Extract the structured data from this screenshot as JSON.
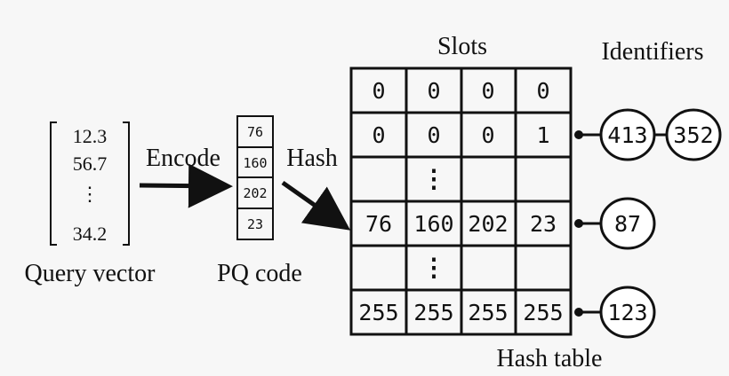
{
  "query": {
    "values": [
      "12.3",
      "56.7",
      "⋮",
      "34.2"
    ],
    "label": "Query vector"
  },
  "encode_label": "Encode",
  "pq": {
    "codes": [
      "76",
      "160",
      "202",
      "23"
    ],
    "label": "PQ code"
  },
  "hash_label": "Hash",
  "table": {
    "slots_label": "Slots",
    "identifiers_label": "Identifiers",
    "caption": "Hash table",
    "rows": [
      [
        "0",
        "0",
        "0",
        "0"
      ],
      [
        "0",
        "0",
        "0",
        "1"
      ],
      [
        "",
        "⋮",
        "",
        ""
      ],
      [
        "76",
        "160",
        "202",
        "23"
      ],
      [
        "",
        "⋮",
        "",
        ""
      ],
      [
        "255",
        "255",
        "255",
        "255"
      ]
    ]
  },
  "identifiers": {
    "row1": [
      "413",
      "352"
    ],
    "row3": [
      "87"
    ],
    "row5": [
      "123"
    ]
  },
  "colors": {
    "ink": "#111111",
    "background": "#f7f7f7"
  }
}
